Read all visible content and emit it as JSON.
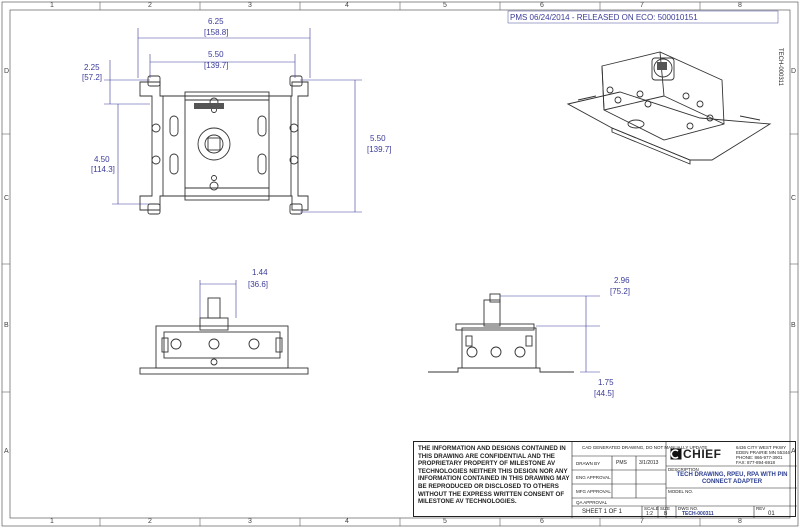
{
  "revision_note": "PMS 06/24/2014 - RELEASED ON ECO: 500010151",
  "side_id": "TECH-000311",
  "zones": {
    "top": [
      "1",
      "2",
      "3",
      "4",
      "5",
      "6",
      "7",
      "8"
    ],
    "bottom": [
      "1",
      "2",
      "3",
      "4",
      "5",
      "6",
      "7",
      "8"
    ],
    "left": [
      "D",
      "C",
      "B",
      "A"
    ],
    "right": [
      "D",
      "C",
      "B",
      "A"
    ]
  },
  "dims": {
    "top_width": {
      "in": "6.25",
      "mm": "[158.8]"
    },
    "slot_width": {
      "in": "5.50",
      "mm": "[139.7]"
    },
    "offset_top": {
      "in": "2.25",
      "mm": "[57.2]"
    },
    "offset_left": {
      "in": "4.50",
      "mm": "[114.3]"
    },
    "height_right": {
      "in": "5.50",
      "mm": "[139.7]"
    },
    "side_width": {
      "in": "1.44",
      "mm": "[36.6]"
    },
    "side_height": {
      "in": "2.96",
      "mm": "[75.2]"
    },
    "base_height": {
      "in": "1.75",
      "mm": "[44.5]"
    }
  },
  "confidential": "THE INFORMATION AND DESIGNS CONTAINED IN THIS DRAWING ARE CONFIDENTIAL AND THE PROPRIETARY PROPERTY OF MILESTONE AV TECHNOLOGIES NEITHER THIS DESIGN NOR ANY INFORMATION CONTAINED IN THIS DRAWING MAY BE REPRODUCED OR DISCLOSED TO OTHERS WITHOUT THE EXPRESS WRITTEN CONSENT OF MILESTONE AV TECHNOLOGIES.",
  "title_block": {
    "cad_note": "CAD GENERATED DRAWING, DO NOT MANUALLY UPDATE",
    "drawn_by_label": "DRAWN BY",
    "drawn_by": "PMS",
    "date": "3/1/2013",
    "eng_approval": "ENG APPROVAL",
    "mfg_approval": "MFG APPROVAL",
    "qa_approval": "QA APPROVAL",
    "sheet": "SHEET 1 OF 1",
    "scale_label": "SCALE",
    "scale": "1:2",
    "size_label": "SIZE",
    "size": "B",
    "dwg_label": "DWG NO.",
    "dwg_no": "TECH-000311",
    "rev_label": "REV",
    "rev": "01",
    "logo": "CHIEF",
    "address": [
      "6436 CITY WEST PKWY",
      "EDEN PRAIRIE MN 55344",
      "PHONE: 866-977-3901",
      "FAX: 877-894-6918"
    ],
    "description_label": "DESCRIPTION",
    "description": "TECH DRAWING, RPEU, RPA WITH PIN CONNECT ADAPTER",
    "model_label": "MODEL NO."
  },
  "colors": {
    "dimension": "#3b3b9a",
    "line": "#222222"
  }
}
